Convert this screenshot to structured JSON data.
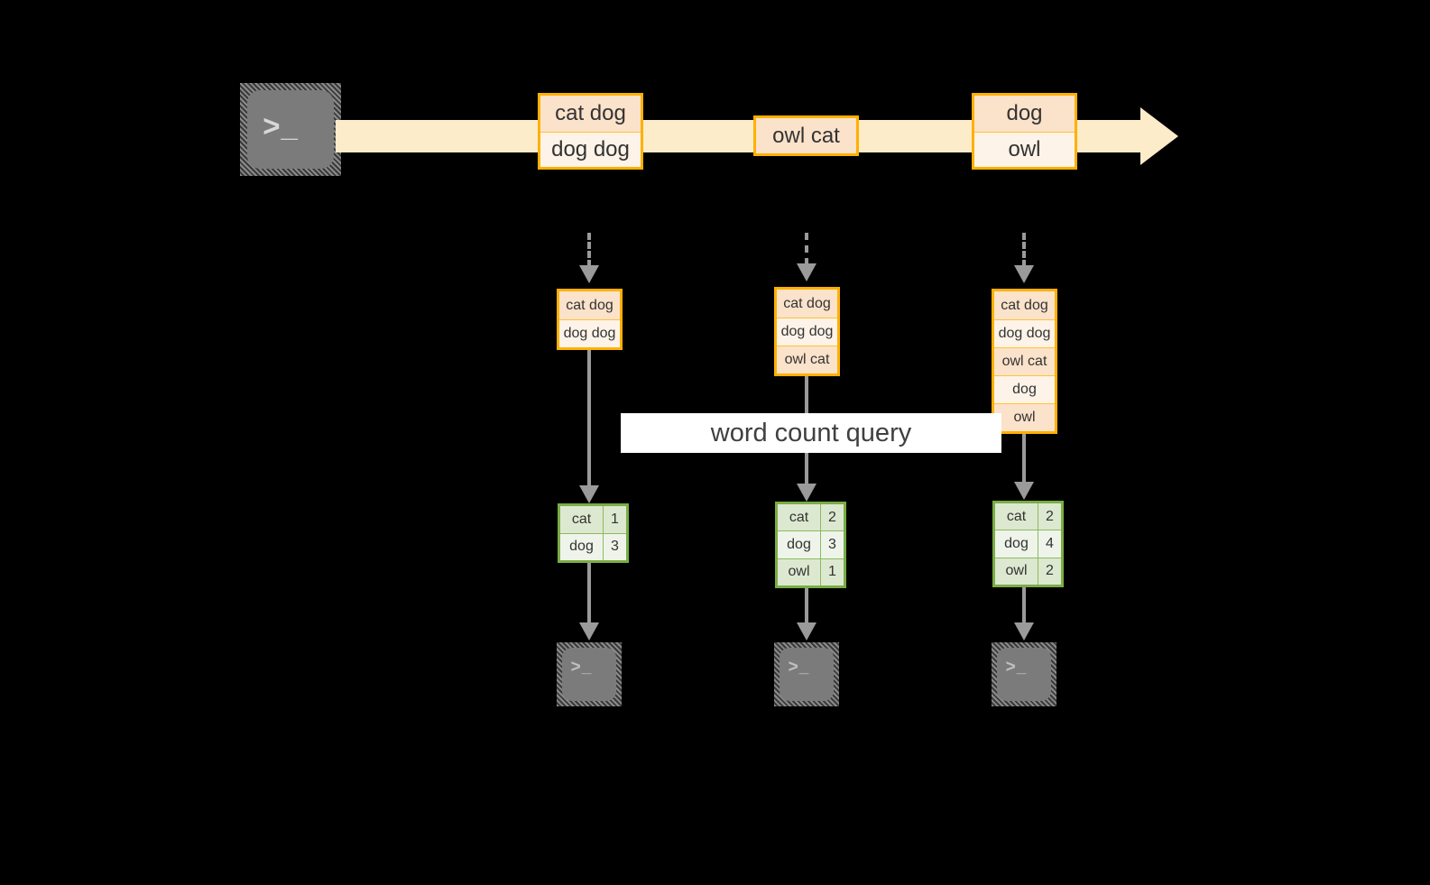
{
  "diagram": {
    "title": "word count streaming query",
    "background_color": "#000000",
    "palette": {
      "amber_border": "#ffb000",
      "amber_fill_dark": "#fbe2ca",
      "amber_fill_light": "#fdf3e8",
      "stream_band": "#fcecca",
      "green_border": "#79ad45",
      "green_fill_dark": "#dde8d0",
      "green_fill_light": "#eff4ea",
      "connector_gray": "#9a9a9a",
      "terminal_gray": "#7b7b7b",
      "label_bg": "#ffffff",
      "text": "#333333"
    }
  },
  "source": {
    "icon": "terminal-icon",
    "glyph": ">_"
  },
  "stream": {
    "events": [
      {
        "id": "event-1",
        "lines": [
          {
            "text": "cat dog",
            "tone": "tone-a"
          },
          {
            "text": "dog dog",
            "tone": "tone-b"
          }
        ]
      },
      {
        "id": "event-2",
        "lines": [
          {
            "text": "owl cat",
            "tone": "tone-a"
          }
        ]
      },
      {
        "id": "event-3",
        "lines": [
          {
            "text": "dog",
            "tone": "tone-a"
          },
          {
            "text": "owl",
            "tone": "tone-b"
          }
        ]
      }
    ]
  },
  "query": {
    "label": "word count query"
  },
  "snapshots": [
    {
      "id": "snapshot-1",
      "input_lines": [
        {
          "text": "cat dog",
          "tone": "tone-a"
        },
        {
          "text": "dog dog",
          "tone": "tone-b"
        }
      ],
      "result_rows": [
        {
          "word": "cat",
          "count": "1",
          "tone": "tone-a"
        },
        {
          "word": "dog",
          "count": "3",
          "tone": "tone-b"
        }
      ],
      "sink": {
        "icon": "terminal-icon",
        "glyph": ">_"
      }
    },
    {
      "id": "snapshot-2",
      "input_lines": [
        {
          "text": "cat dog",
          "tone": "tone-a"
        },
        {
          "text": "dog dog",
          "tone": "tone-b"
        },
        {
          "text": "owl cat",
          "tone": "tone-a"
        }
      ],
      "result_rows": [
        {
          "word": "cat",
          "count": "2",
          "tone": "tone-a"
        },
        {
          "word": "dog",
          "count": "3",
          "tone": "tone-b"
        },
        {
          "word": "owl",
          "count": "1",
          "tone": "tone-a"
        }
      ],
      "sink": {
        "icon": "terminal-icon",
        "glyph": ">_"
      }
    },
    {
      "id": "snapshot-3",
      "input_lines": [
        {
          "text": "cat dog",
          "tone": "tone-a"
        },
        {
          "text": "dog dog",
          "tone": "tone-b"
        },
        {
          "text": "owl cat",
          "tone": "tone-a"
        },
        {
          "text": "dog",
          "tone": "tone-b"
        },
        {
          "text": "owl",
          "tone": "tone-a"
        }
      ],
      "result_rows": [
        {
          "word": "cat",
          "count": "2",
          "tone": "tone-a"
        },
        {
          "word": "dog",
          "count": "4",
          "tone": "tone-b"
        },
        {
          "word": "owl",
          "count": "2",
          "tone": "tone-a"
        }
      ],
      "sink": {
        "icon": "terminal-icon",
        "glyph": ">_"
      }
    }
  ]
}
